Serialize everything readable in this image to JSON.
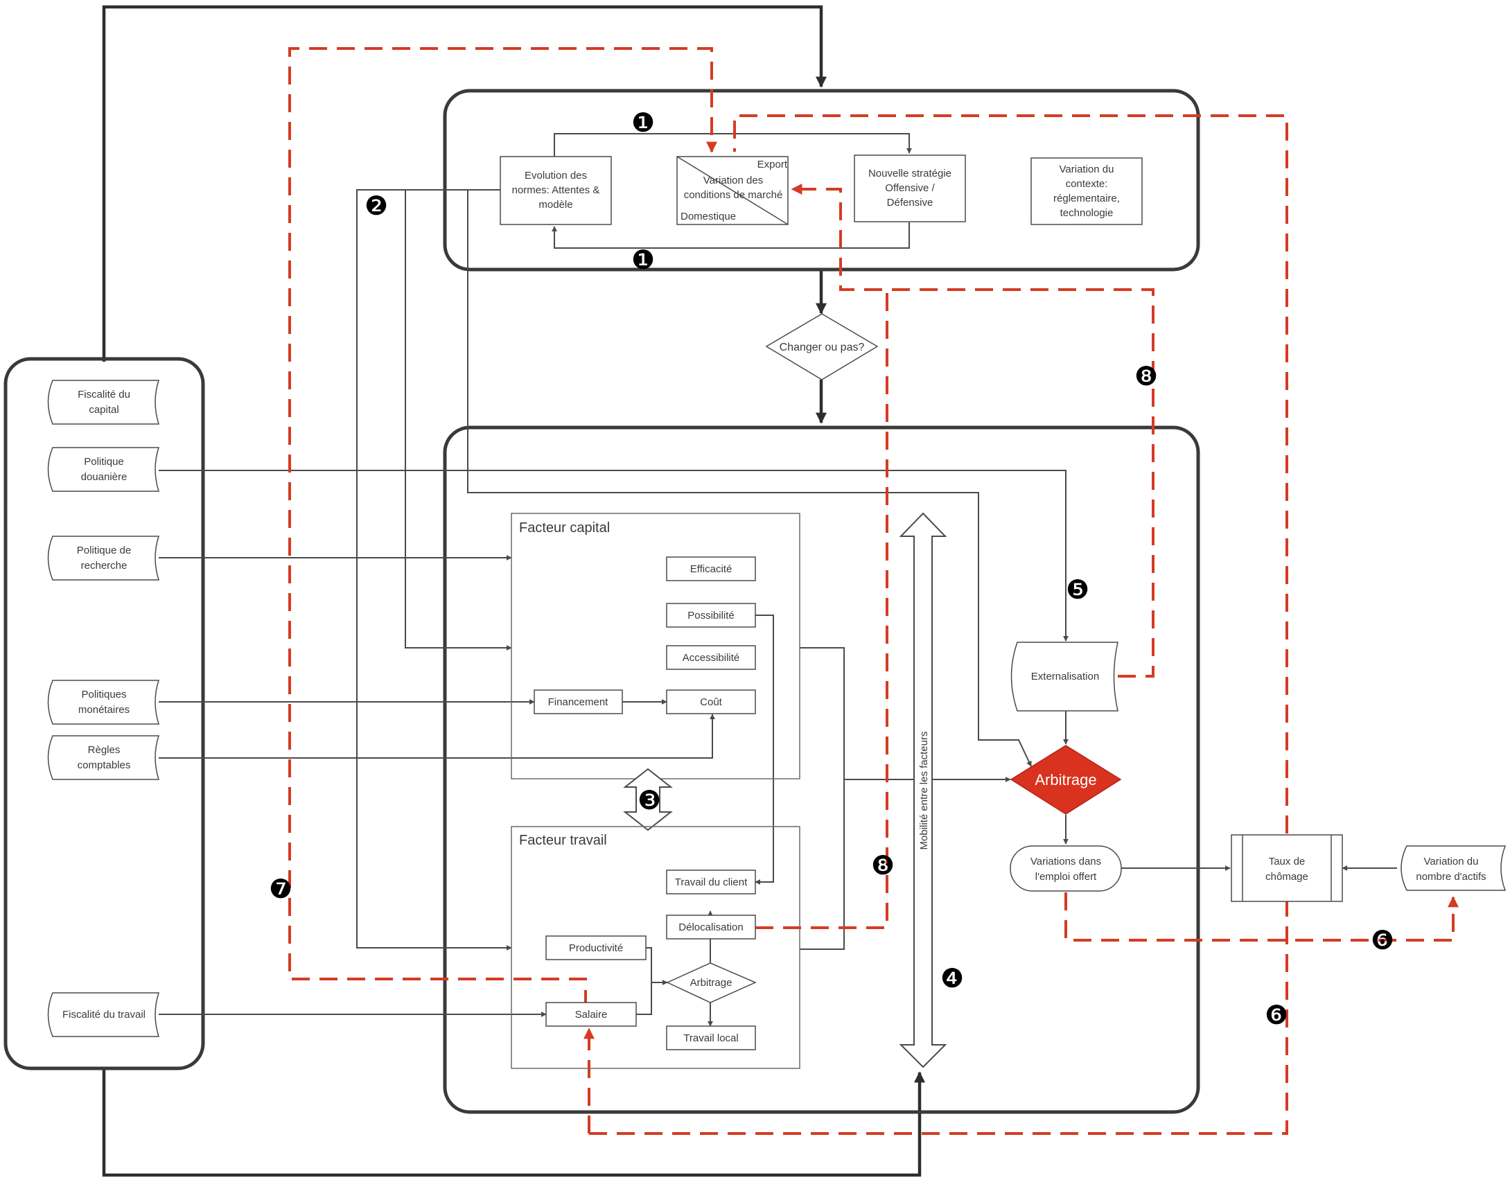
{
  "top_panel": {
    "evolution_normes": [
      "Evolution des",
      "normes: Attentes &",
      "modèle"
    ],
    "variation_conditions": [
      "Variation des",
      "conditions de marché"
    ],
    "export_label": "Export",
    "domestique_label": "Domestique",
    "nouvelle_strategie": [
      "Nouvelle stratégie",
      "Offensive /",
      "Défensive"
    ],
    "variation_contexte": [
      "Variation du",
      "contexte:",
      "réglementaire,",
      "technologie"
    ]
  },
  "decision": "Changer ou pas?",
  "left_panel": {
    "items": [
      [
        "Fiscalité du",
        "capital"
      ],
      [
        "Politique",
        "douanière"
      ],
      [
        "Politique de",
        "recherche"
      ],
      [
        "Politiques",
        "monétaires"
      ],
      [
        "Règles",
        "comptables"
      ],
      [
        "Fiscalité du travail"
      ]
    ]
  },
  "facteur_capital": {
    "title": "Facteur capital",
    "efficacite": "Efficacité",
    "possibilite": "Possibilité",
    "accessibilite": "Accessibilité",
    "financement": "Financement",
    "cout": "Coût"
  },
  "facteur_travail": {
    "title": "Facteur travail",
    "travail_client": "Travail du client",
    "delocalisation": "Délocalisation",
    "productivite": "Productivité",
    "arbitrage": "Arbitrage",
    "salaire": "Salaire",
    "travail_local": "Travail local"
  },
  "mobilite": "Mobilité entre les facteurs",
  "externalisation": "Externalisation",
  "arbitrage_main": "Arbitrage",
  "variations_emploi": [
    "Variations dans",
    "l'emploi offert"
  ],
  "taux_chomage": [
    "Taux de",
    "chômage"
  ],
  "variation_actifs": [
    "Variation du",
    "nombre d'actifs"
  ],
  "markers": {
    "m1_top": "❶",
    "m1_bottom": "❶",
    "m2": "❷",
    "m3": "❸",
    "m4": "❹",
    "m5": "❺",
    "m6_right": "❻",
    "m6_lower": "❻",
    "m7": "❼",
    "m8_upper": "❽",
    "m8_lower": "❽"
  },
  "colors": {
    "red": "#d53b24",
    "dark": "#3a3a3a",
    "arbitrage_fill": "#d9321e"
  }
}
